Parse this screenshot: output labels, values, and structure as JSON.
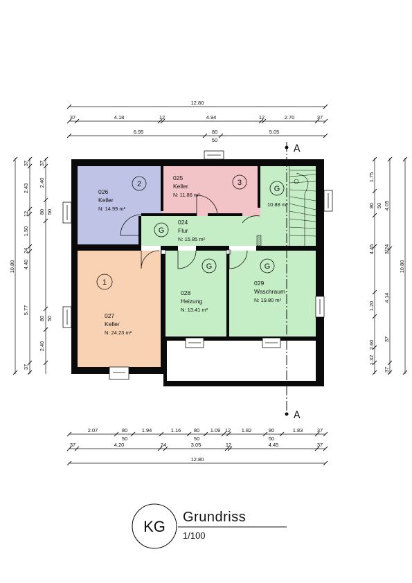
{
  "title": {
    "abbr": "KG",
    "name": "Grundriss",
    "scale": "1/100"
  },
  "section_marker": "A",
  "rooms": [
    {
      "id": "room-026",
      "number": "026",
      "name": "Keller",
      "area": "N:  14.99  m²",
      "tag": "2",
      "color": "#bfc3e6"
    },
    {
      "id": "room-025",
      "number": "025",
      "name": "Keller",
      "area": "N:  11.86  m²",
      "tag": "3",
      "color": "#f3c4c7"
    },
    {
      "id": "room-024",
      "number": "024",
      "name": "Flur",
      "area": "N:  15.85  m²",
      "tag": "G",
      "color": "#c6eec6"
    },
    {
      "id": "room-027",
      "number": "027",
      "name": "Keller",
      "area": "N:  24.23  m²",
      "tag": "1",
      "color": "#f9d2b3"
    },
    {
      "id": "room-028",
      "number": "028",
      "name": "Heizung",
      "area": "N:  13.41  m²",
      "tag": "G",
      "color": "#c6eec6"
    },
    {
      "id": "room-029",
      "number": "029",
      "name": "Waschraum",
      "area": "N:  19.80  m²",
      "tag": "G",
      "color": "#c6eec6"
    },
    {
      "id": "room-stair",
      "number": "",
      "name": "",
      "area": "10.88 m²",
      "tag": "G",
      "color": "#c6eec6"
    }
  ],
  "dims_top": {
    "total": "12.80",
    "row2": [
      "37",
      "4.18",
      "12",
      "4.94",
      "12",
      "2.70",
      "37"
    ],
    "row3": [
      "6.95",
      "80",
      "50",
      "5.05"
    ]
  },
  "dims_bottom": {
    "row1": [
      "2.07",
      "80",
      "50",
      "1.94",
      "1.16",
      "80",
      "50",
      "1.09",
      "12",
      "1.82",
      "80",
      "50",
      "1.83",
      "37"
    ],
    "row2": [
      "37",
      "4.20",
      "24",
      "3.05",
      "12",
      "4.45",
      "37"
    ],
    "total": "12.80"
  },
  "dims_left": {
    "total": "10.80",
    "row2": [
      "37",
      "2.43",
      "12",
      "1.50",
      "24",
      "4.40",
      "5.77",
      "37"
    ],
    "row3": [
      "37",
      "2.40",
      "80",
      "50",
      "80",
      "50",
      "2.40"
    ]
  },
  "dims_right": {
    "total": "10.80",
    "row2": [
      "1.75",
      "80",
      "50",
      "4.05",
      "4.45",
      "1.20",
      "2.60",
      "1.32",
      "37"
    ],
    "row3": [
      "3/24",
      "4.14",
      "37"
    ]
  },
  "colors": {
    "wall": "#0a0a0a",
    "green": "#c6eec6",
    "blue": "#bfc3e6",
    "pink": "#f3c4c7",
    "orange": "#f9d2b3"
  }
}
